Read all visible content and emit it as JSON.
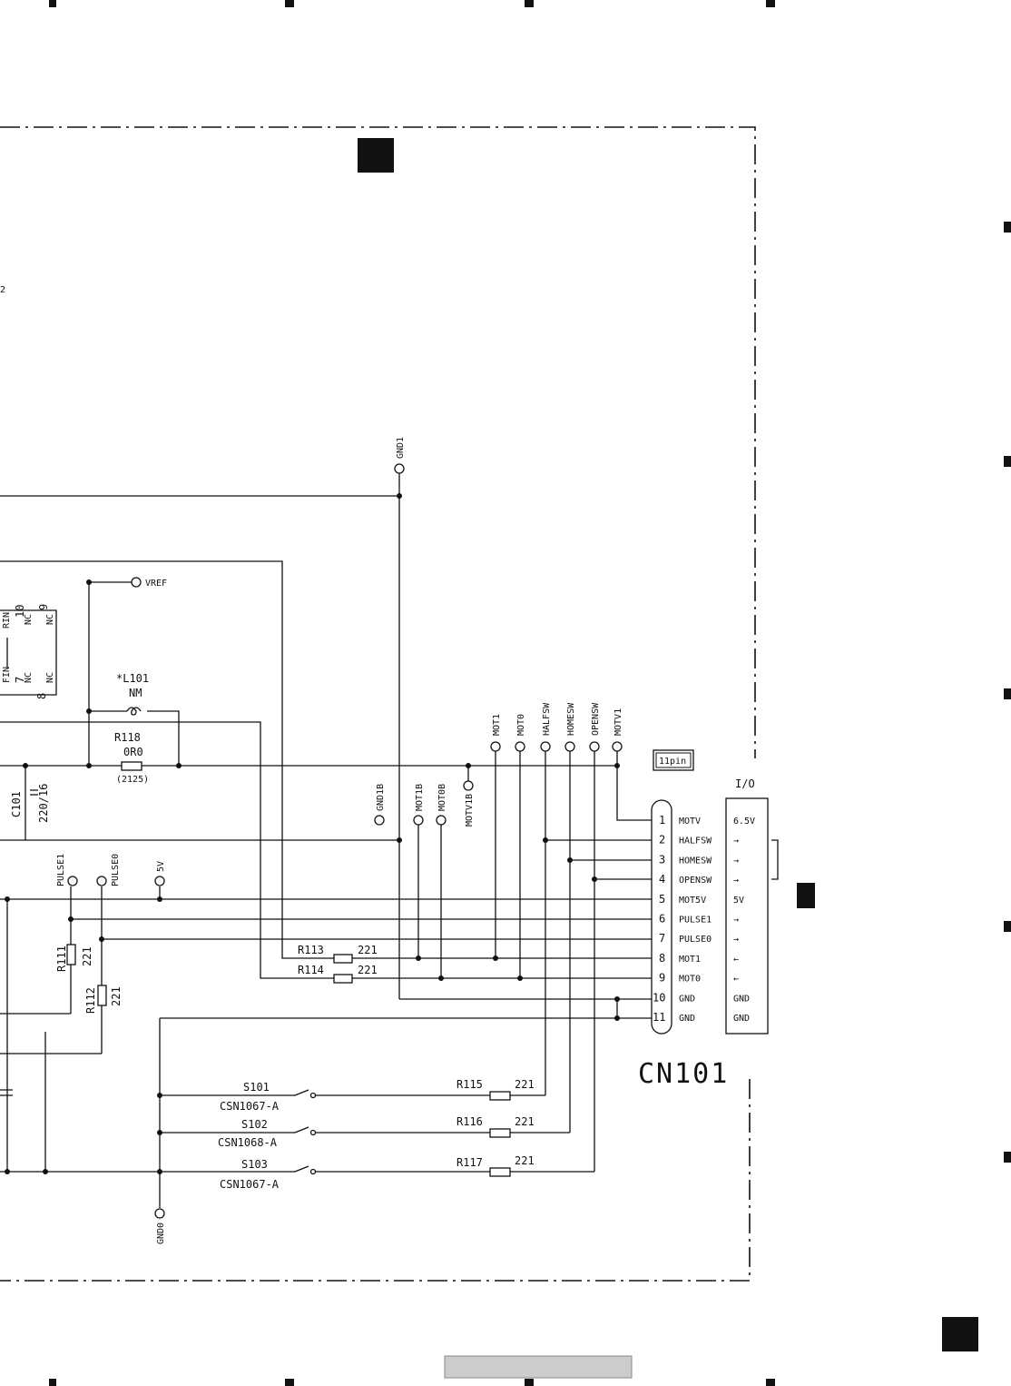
{
  "connector": {
    "name": "CN101",
    "pin_count_label": "11pin",
    "io_header": "I/O",
    "pins": [
      {
        "num": "1",
        "signal": "MOTV",
        "io": "6.5V"
      },
      {
        "num": "2",
        "signal": "HALFSW",
        "io": "→"
      },
      {
        "num": "3",
        "signal": "HOMESW",
        "io": "→"
      },
      {
        "num": "4",
        "signal": "OPENSW",
        "io": "→"
      },
      {
        "num": "5",
        "signal": "MOT5V",
        "io": "5V"
      },
      {
        "num": "6",
        "signal": "PULSE1",
        "io": "→"
      },
      {
        "num": "7",
        "signal": "PULSE0",
        "io": "→"
      },
      {
        "num": "8",
        "signal": "MOT1",
        "io": "←"
      },
      {
        "num": "9",
        "signal": "MOT0",
        "io": "←"
      },
      {
        "num": "10",
        "signal": "GND",
        "io": "GND"
      },
      {
        "num": "11",
        "signal": "GND",
        "io": "GND"
      }
    ]
  },
  "test_points": {
    "gnd1": "GND1",
    "vref": "VREF",
    "mot1": "MOT1",
    "mot0": "MOT0",
    "halfsw": "HALFSW",
    "homesw": "HOMESW",
    "opensw": "OPENSW",
    "motv1": "MOTV1",
    "gnd1b": "GND1B",
    "mot1b": "MOT1B",
    "mot0b": "MOT0B",
    "motv1b": "MOTV1B",
    "pulse1": "PULSE1",
    "pulse0": "PULSE0",
    "v5": "5V",
    "gnd0": "GND0"
  },
  "components": {
    "l101_ref": "*L101",
    "l101_val": "NM",
    "r118_ref": "R118",
    "r118_val": "0R0",
    "r118_pkg": "(2125)",
    "c101_ref": "C101",
    "c101_val": "220/16",
    "r111_ref": "R111",
    "r111_val": "221",
    "r112_ref": "R112",
    "r112_val": "221",
    "r113_ref": "R113",
    "r113_val": "221",
    "r114_ref": "R114",
    "r114_val": "221",
    "r115_ref": "R115",
    "r115_val": "221",
    "r116_ref": "R116",
    "r116_val": "221",
    "r117_ref": "R117",
    "r117_val": "221",
    "s101_ref": "S101",
    "s101_part": "CSN1067-A",
    "s102_ref": "S102",
    "s102_part": "CSN1068-A",
    "s103_ref": "S103",
    "s103_part": "CSN1067-A"
  },
  "ic_fragment": {
    "pin10": "10",
    "pin9": "9",
    "pin7": "7",
    "pin8": "8",
    "nc": "NC",
    "rin": "RIN",
    "fin": "FIN",
    "edge_mark": "2"
  }
}
